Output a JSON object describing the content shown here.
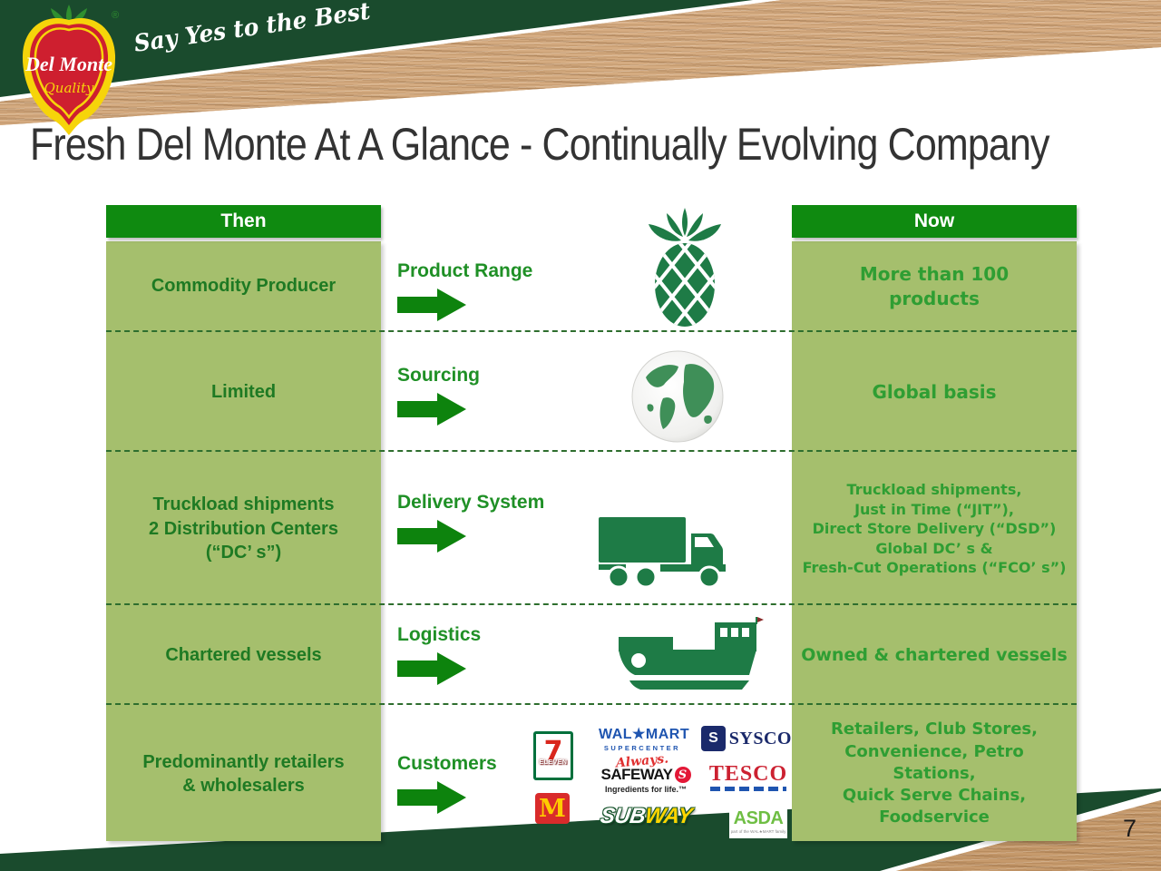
{
  "brand": {
    "name": "Del Monte",
    "quality": "Quality",
    "registered": "®",
    "tagline": "Say Yes to the Best"
  },
  "title": "Fresh Del Monte At A Glance - Continually Evolving Company",
  "page_number": "7",
  "table": {
    "then_header": "Then",
    "now_header": "Now",
    "rows": [
      {
        "then": "Commodity Producer",
        "category": "Product Range",
        "icon": "pineapple-icon",
        "now": "More than 100\nproducts"
      },
      {
        "then": "Limited",
        "category": "Sourcing",
        "icon": "globe-icon",
        "now": "Global basis"
      },
      {
        "then": "Truckload shipments\n2 Distribution Centers\n(“DC’ s”)",
        "category": "Delivery System",
        "icon": "truck-icon",
        "now": "Truckload shipments,\nJust in Time (“JIT”),\nDirect Store Delivery (“DSD”)\nGlobal DC’ s &\nFresh-Cut Operations (“FCO’ s”)"
      },
      {
        "then": "Chartered vessels",
        "category": "Logistics",
        "icon": "ship-icon",
        "now": "Owned & chartered vessels"
      },
      {
        "then": "Predominantly retailers\n& wholesalers",
        "category": "Customers",
        "icon": "customer-logos",
        "now": "Retailers, Club Stores,\nConvenience, Petro\nStations,\nQuick Serve Chains,\nFoodservice"
      }
    ]
  },
  "logos": {
    "seven_eleven": {
      "seven": "7",
      "eleven": "ELEVEN"
    },
    "walmart": {
      "name": "WAL★MART",
      "sub": "SUPERCENTER",
      "script": "Always."
    },
    "sysco": {
      "icon_letter": "S",
      "name": "SYSCO"
    },
    "safeway": {
      "name": "SAFEWAY",
      "circle_letter": "S",
      "tagline": "Ingredients for life.™"
    },
    "tesco": {
      "name": "TESCO"
    },
    "mcdonalds": {
      "m": "M"
    },
    "subway": {
      "sub": "SUB",
      "way": "WAY"
    },
    "asda": {
      "name": "ASDA",
      "sub": "part of the WAL★MART family"
    }
  },
  "colors": {
    "banner_green": "#1a4b2d",
    "header_green": "#0f8a10",
    "panel_olive": "#a5bf6d",
    "then_text_green": "#1e7a23",
    "now_text_green": "#2f9e33",
    "category_green": "#1f9026",
    "arrow_green": "#0d830d",
    "icon_green": "#1e7b46",
    "wood": "#cda67c"
  }
}
